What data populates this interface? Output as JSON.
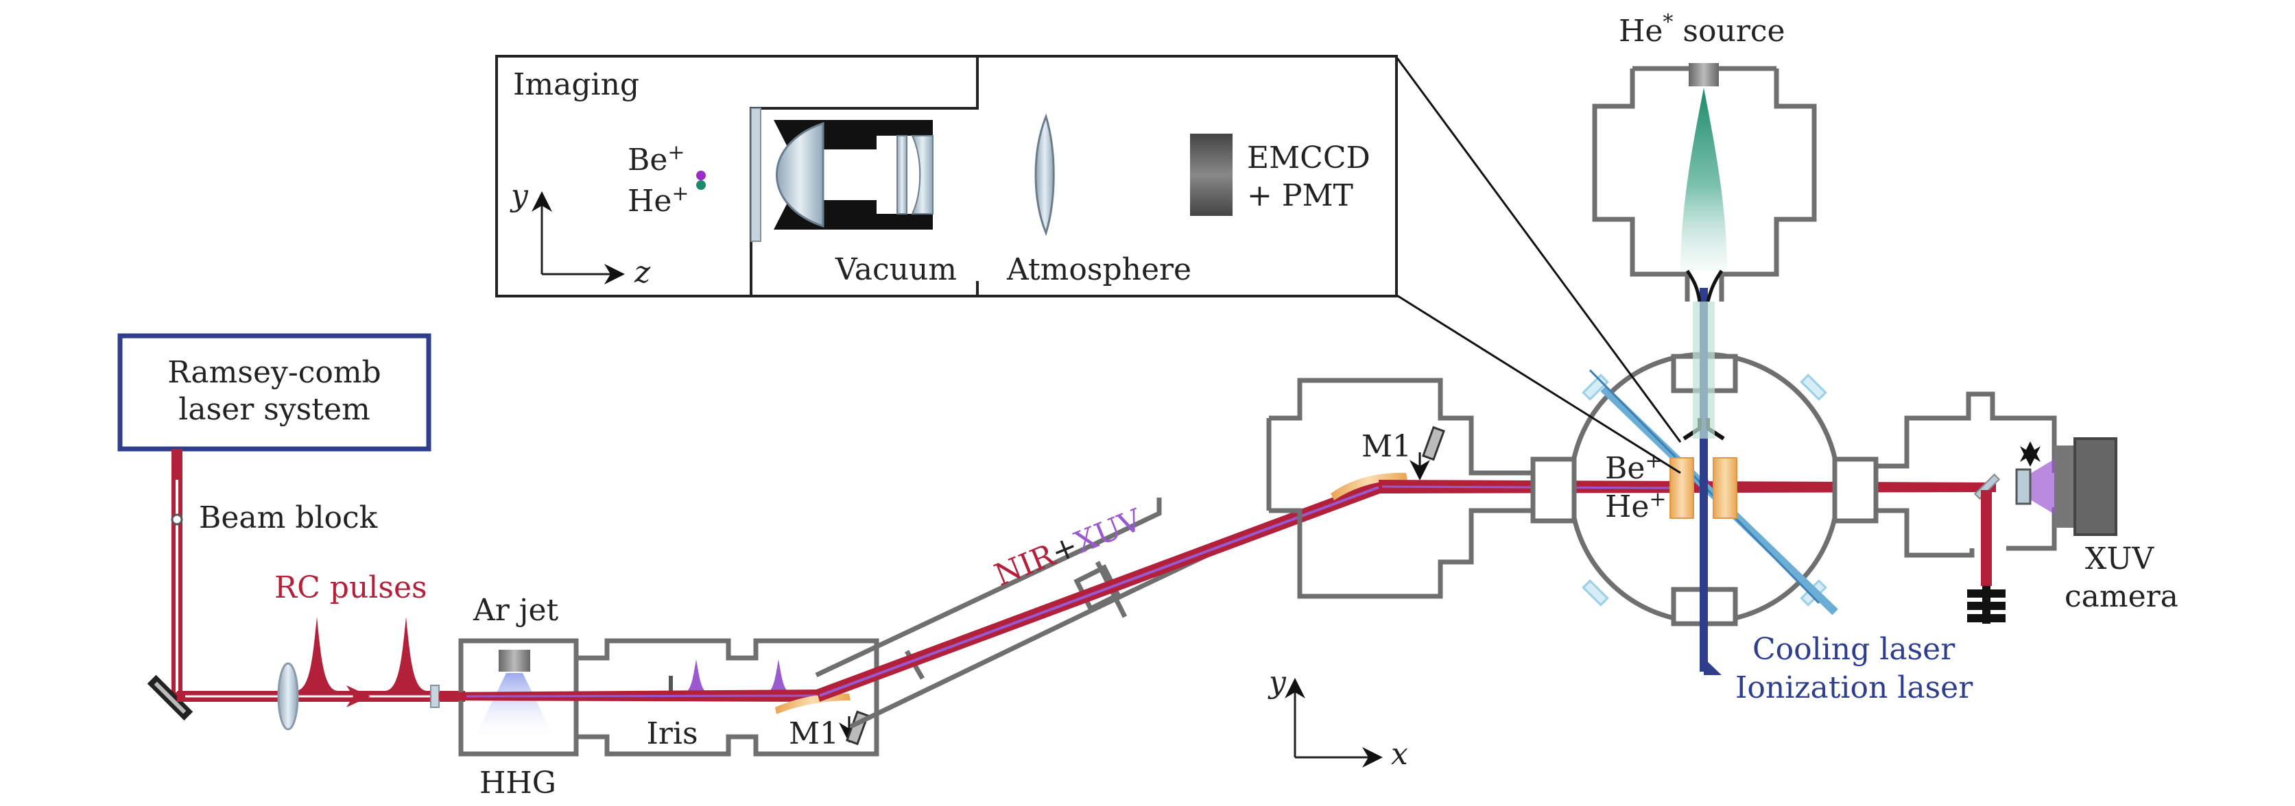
{
  "colors": {
    "beam_red": "#b3203a",
    "xuv_violet": "#9b59d0",
    "laser_navy": "#2e3e8c",
    "chamber_grey": "#6f6f6f",
    "cooling_blue": "#6aaed6",
    "electrode_orange": "#f3c07e",
    "source_green": "#1d8a6b"
  },
  "labels": {
    "laser_system_line1": "Ramsey-comb",
    "laser_system_line2": "laser system",
    "beam_block": "Beam block",
    "rc_pulses": "RC pulses",
    "ar_jet": "Ar jet",
    "hhg": "HHG",
    "iris": "Iris",
    "m1_lower": "M1",
    "m1_upper": "M1",
    "nir": "NIR",
    "plus": "+",
    "xuv": "XUV",
    "be_ion": "Be",
    "he_ion": "He",
    "ion_charge": "+",
    "he_star_source": "He",
    "he_star_sup": "*",
    "he_star_suffix": " source",
    "cooling_laser": "Cooling laser",
    "ionization_laser": "Ionization laser",
    "xuv_camera_line1": "XUV",
    "xuv_camera_line2": "camera",
    "axis_y": "y",
    "axis_x": "x",
    "axis_z": "z"
  },
  "inset": {
    "title": "Imaging",
    "be_ion": "Be",
    "he_ion": "He",
    "ion_charge": "+",
    "vacuum": "Vacuum",
    "atmosphere": "Atmosphere",
    "detector_line1": "EMCCD",
    "detector_line2": "+ PMT"
  },
  "icons": [
    "mirror-icon",
    "lens-icon",
    "pulse-icon",
    "gas-nozzle-icon",
    "iris-icon",
    "curved-mirror-icon",
    "electrode-icon",
    "camera-icon",
    "axis-arrow-icon"
  ]
}
